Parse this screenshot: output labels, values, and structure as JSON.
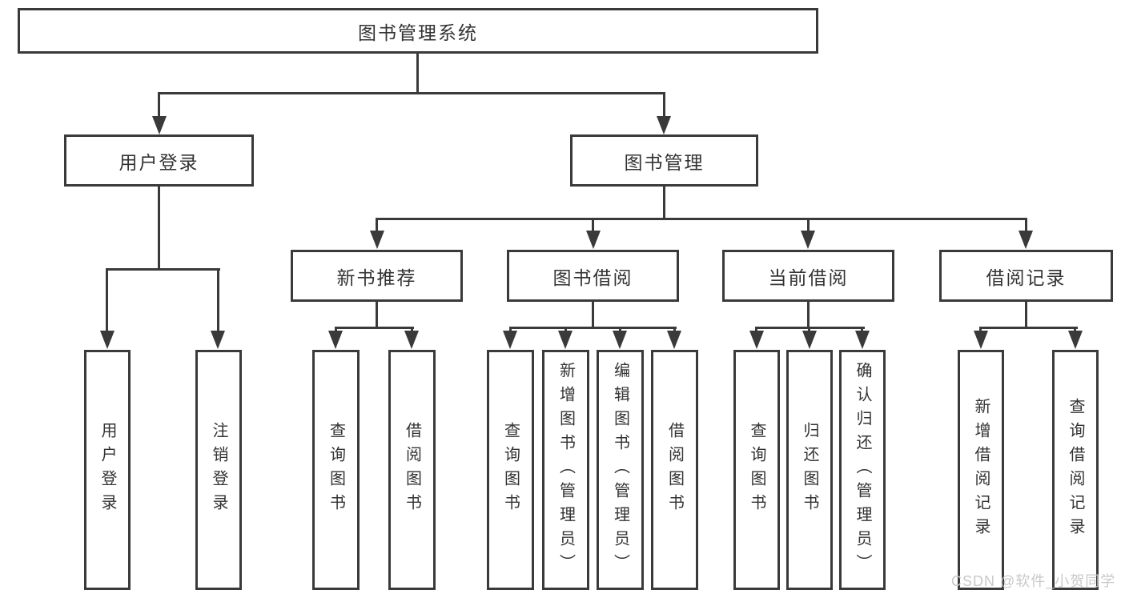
{
  "diagram_title": "图书管理系统",
  "tree": {
    "label": "图书管理系统",
    "children": [
      {
        "label": "用户登录",
        "children": [
          {
            "label": "用户登录"
          },
          {
            "label": "注销登录"
          }
        ]
      },
      {
        "label": "图书管理",
        "children": [
          {
            "label": "新书推荐",
            "children": [
              {
                "label": "查询图书"
              },
              {
                "label": "借阅图书"
              }
            ]
          },
          {
            "label": "图书借阅",
            "children": [
              {
                "label": "查询图书"
              },
              {
                "label": "新增图书（管理员）"
              },
              {
                "label": "编辑图书（管理员）"
              },
              {
                "label": "借阅图书"
              }
            ]
          },
          {
            "label": "当前借阅",
            "children": [
              {
                "label": "查询图书"
              },
              {
                "label": "归还图书"
              },
              {
                "label": "确认归还（管理员）"
              }
            ]
          },
          {
            "label": "借阅记录",
            "children": [
              {
                "label": "新增借阅记录"
              },
              {
                "label": "查询借阅记录"
              }
            ]
          }
        ]
      }
    ]
  },
  "watermark": {
    "text": "CSDN @软件_小贺同学",
    "color": "#c9c9c9"
  },
  "colors": {
    "line": "#3a3a3a",
    "text": "#333333",
    "background": "#ffffff"
  }
}
